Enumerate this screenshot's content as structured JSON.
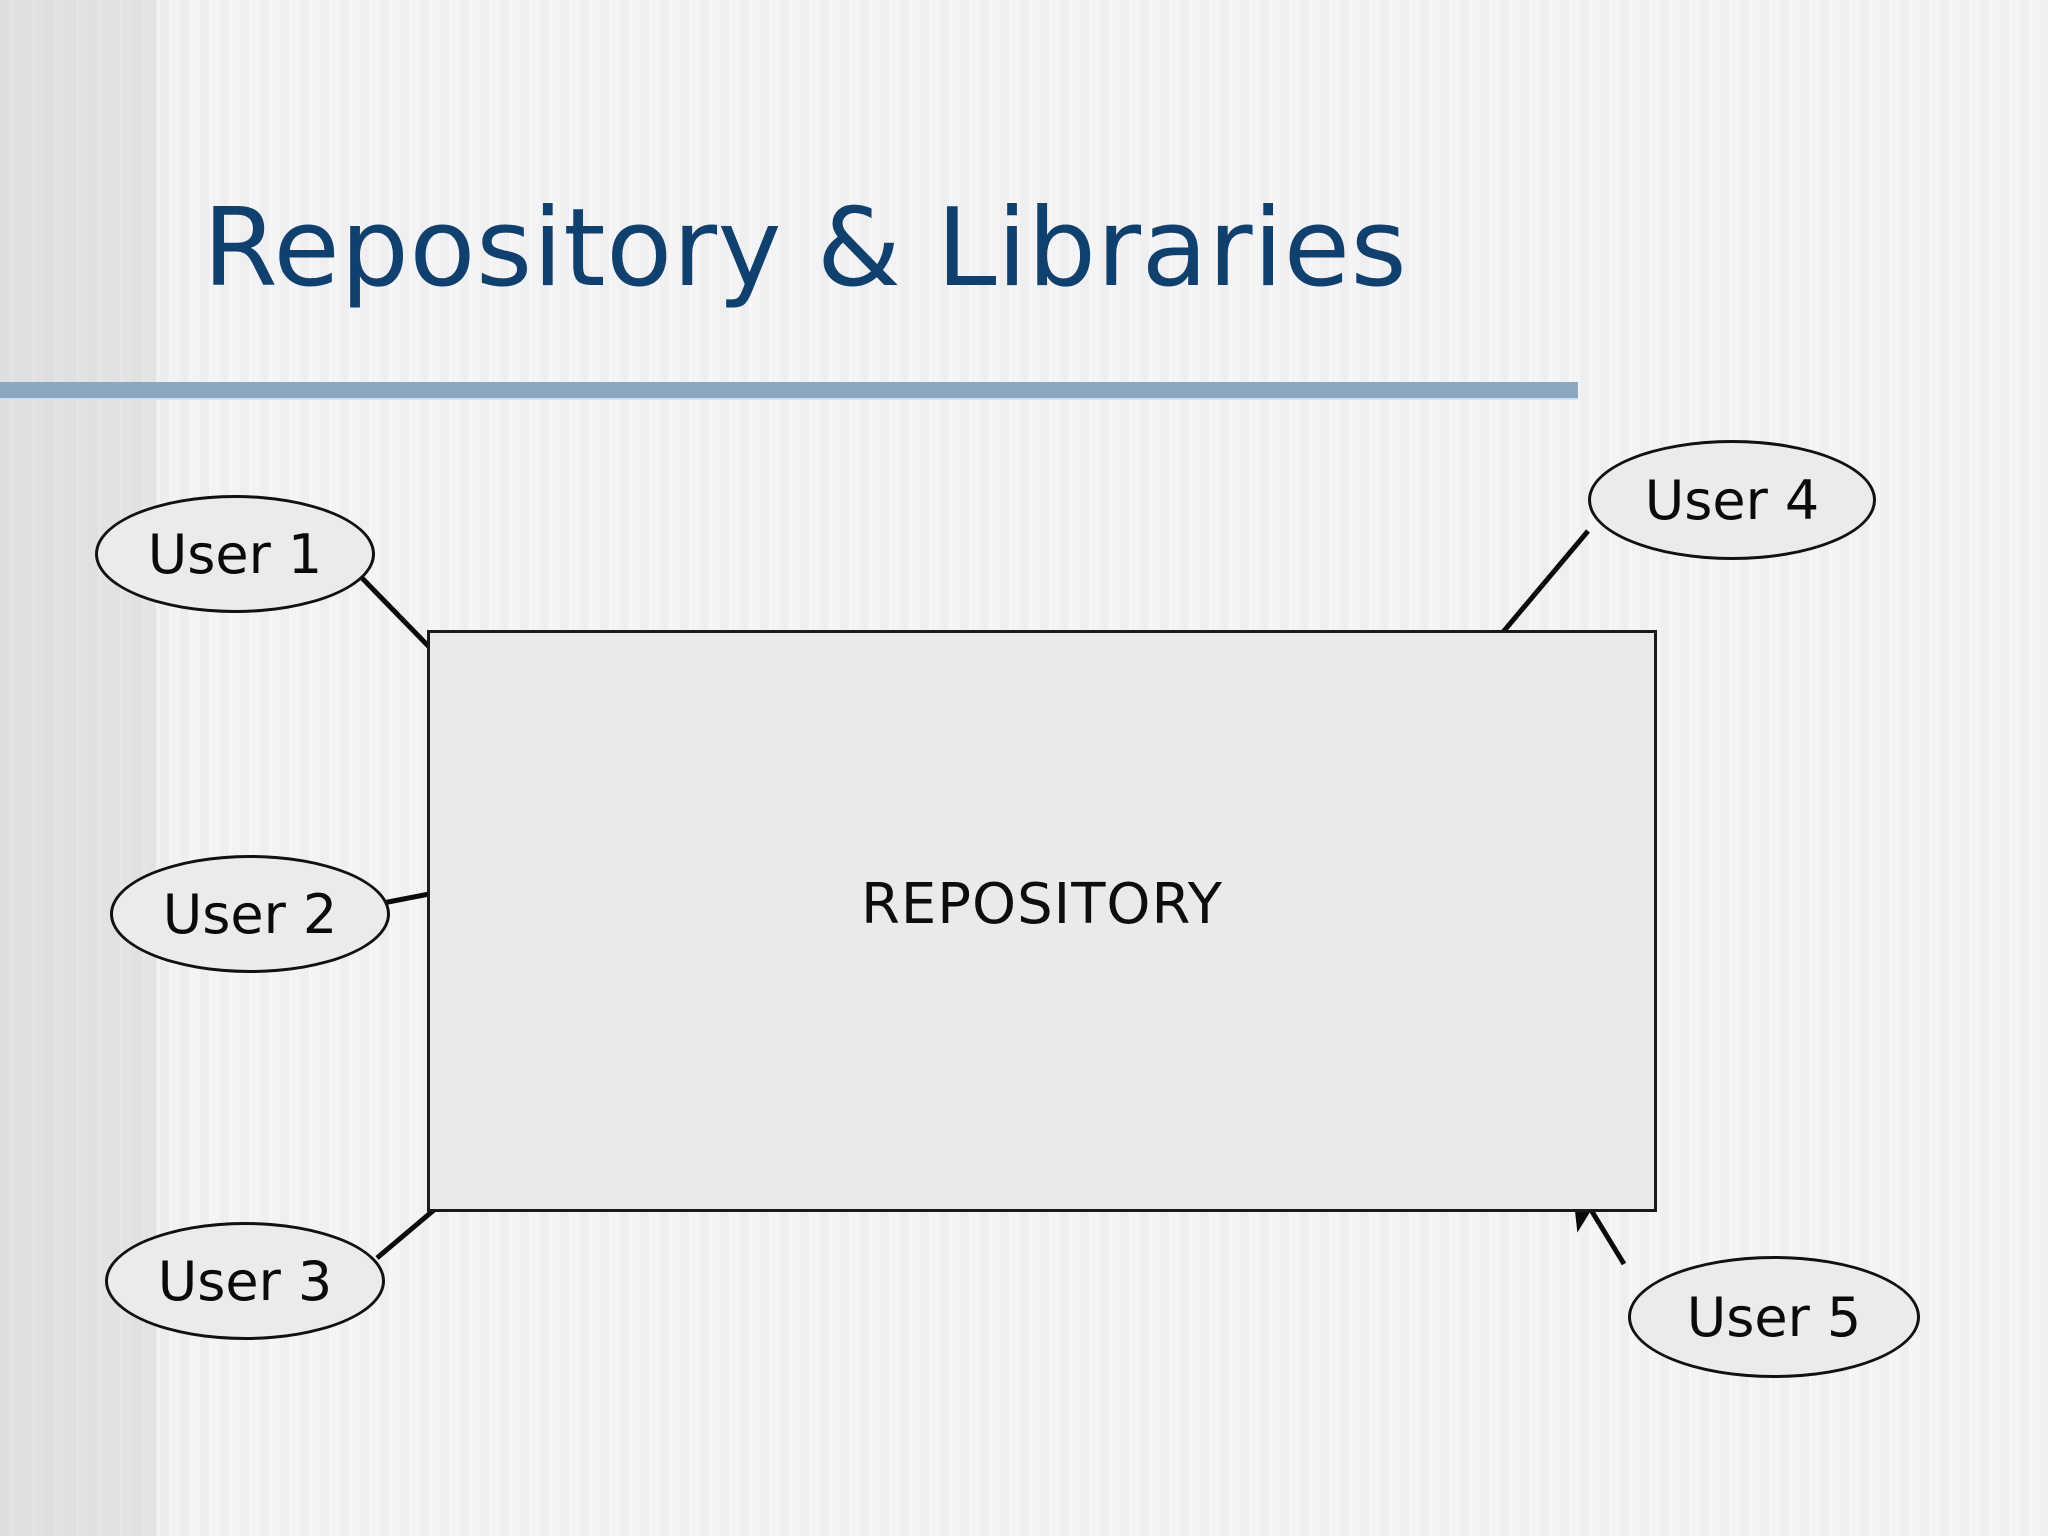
{
  "slide": {
    "title": "Repository & Libraries",
    "accent_color": "#10406e",
    "rule_color": "#8aa8c2",
    "background_color": "#f5f4f5"
  },
  "diagram": {
    "type": "node-arrow-diagram",
    "center_node": {
      "label": "REPOSITORY",
      "shape": "rectangle",
      "fill_color": "#eae9eb",
      "stroke_color": "#1a1a1a"
    },
    "nodes": [
      {
        "id": "user1",
        "label": "User 1",
        "shape": "ellipse",
        "position": "left-top"
      },
      {
        "id": "user2",
        "label": "User 2",
        "shape": "ellipse",
        "position": "left-middle"
      },
      {
        "id": "user3",
        "label": "User 3",
        "shape": "ellipse",
        "position": "left-bottom"
      },
      {
        "id": "user4",
        "label": "User 4",
        "shape": "ellipse",
        "position": "right-top"
      },
      {
        "id": "user5",
        "label": "User 5",
        "shape": "ellipse",
        "position": "right-bottom"
      }
    ],
    "arrows": [
      {
        "from": "user1",
        "to": "repository",
        "direction": "down-right"
      },
      {
        "from": "user2",
        "to": "repository",
        "direction": "up-right"
      },
      {
        "from": "user3",
        "to": "repository",
        "direction": "up-right"
      },
      {
        "from": "user4",
        "to": "repository",
        "direction": "down-left"
      },
      {
        "from": "user5",
        "to": "repository",
        "direction": "up-left"
      }
    ]
  }
}
